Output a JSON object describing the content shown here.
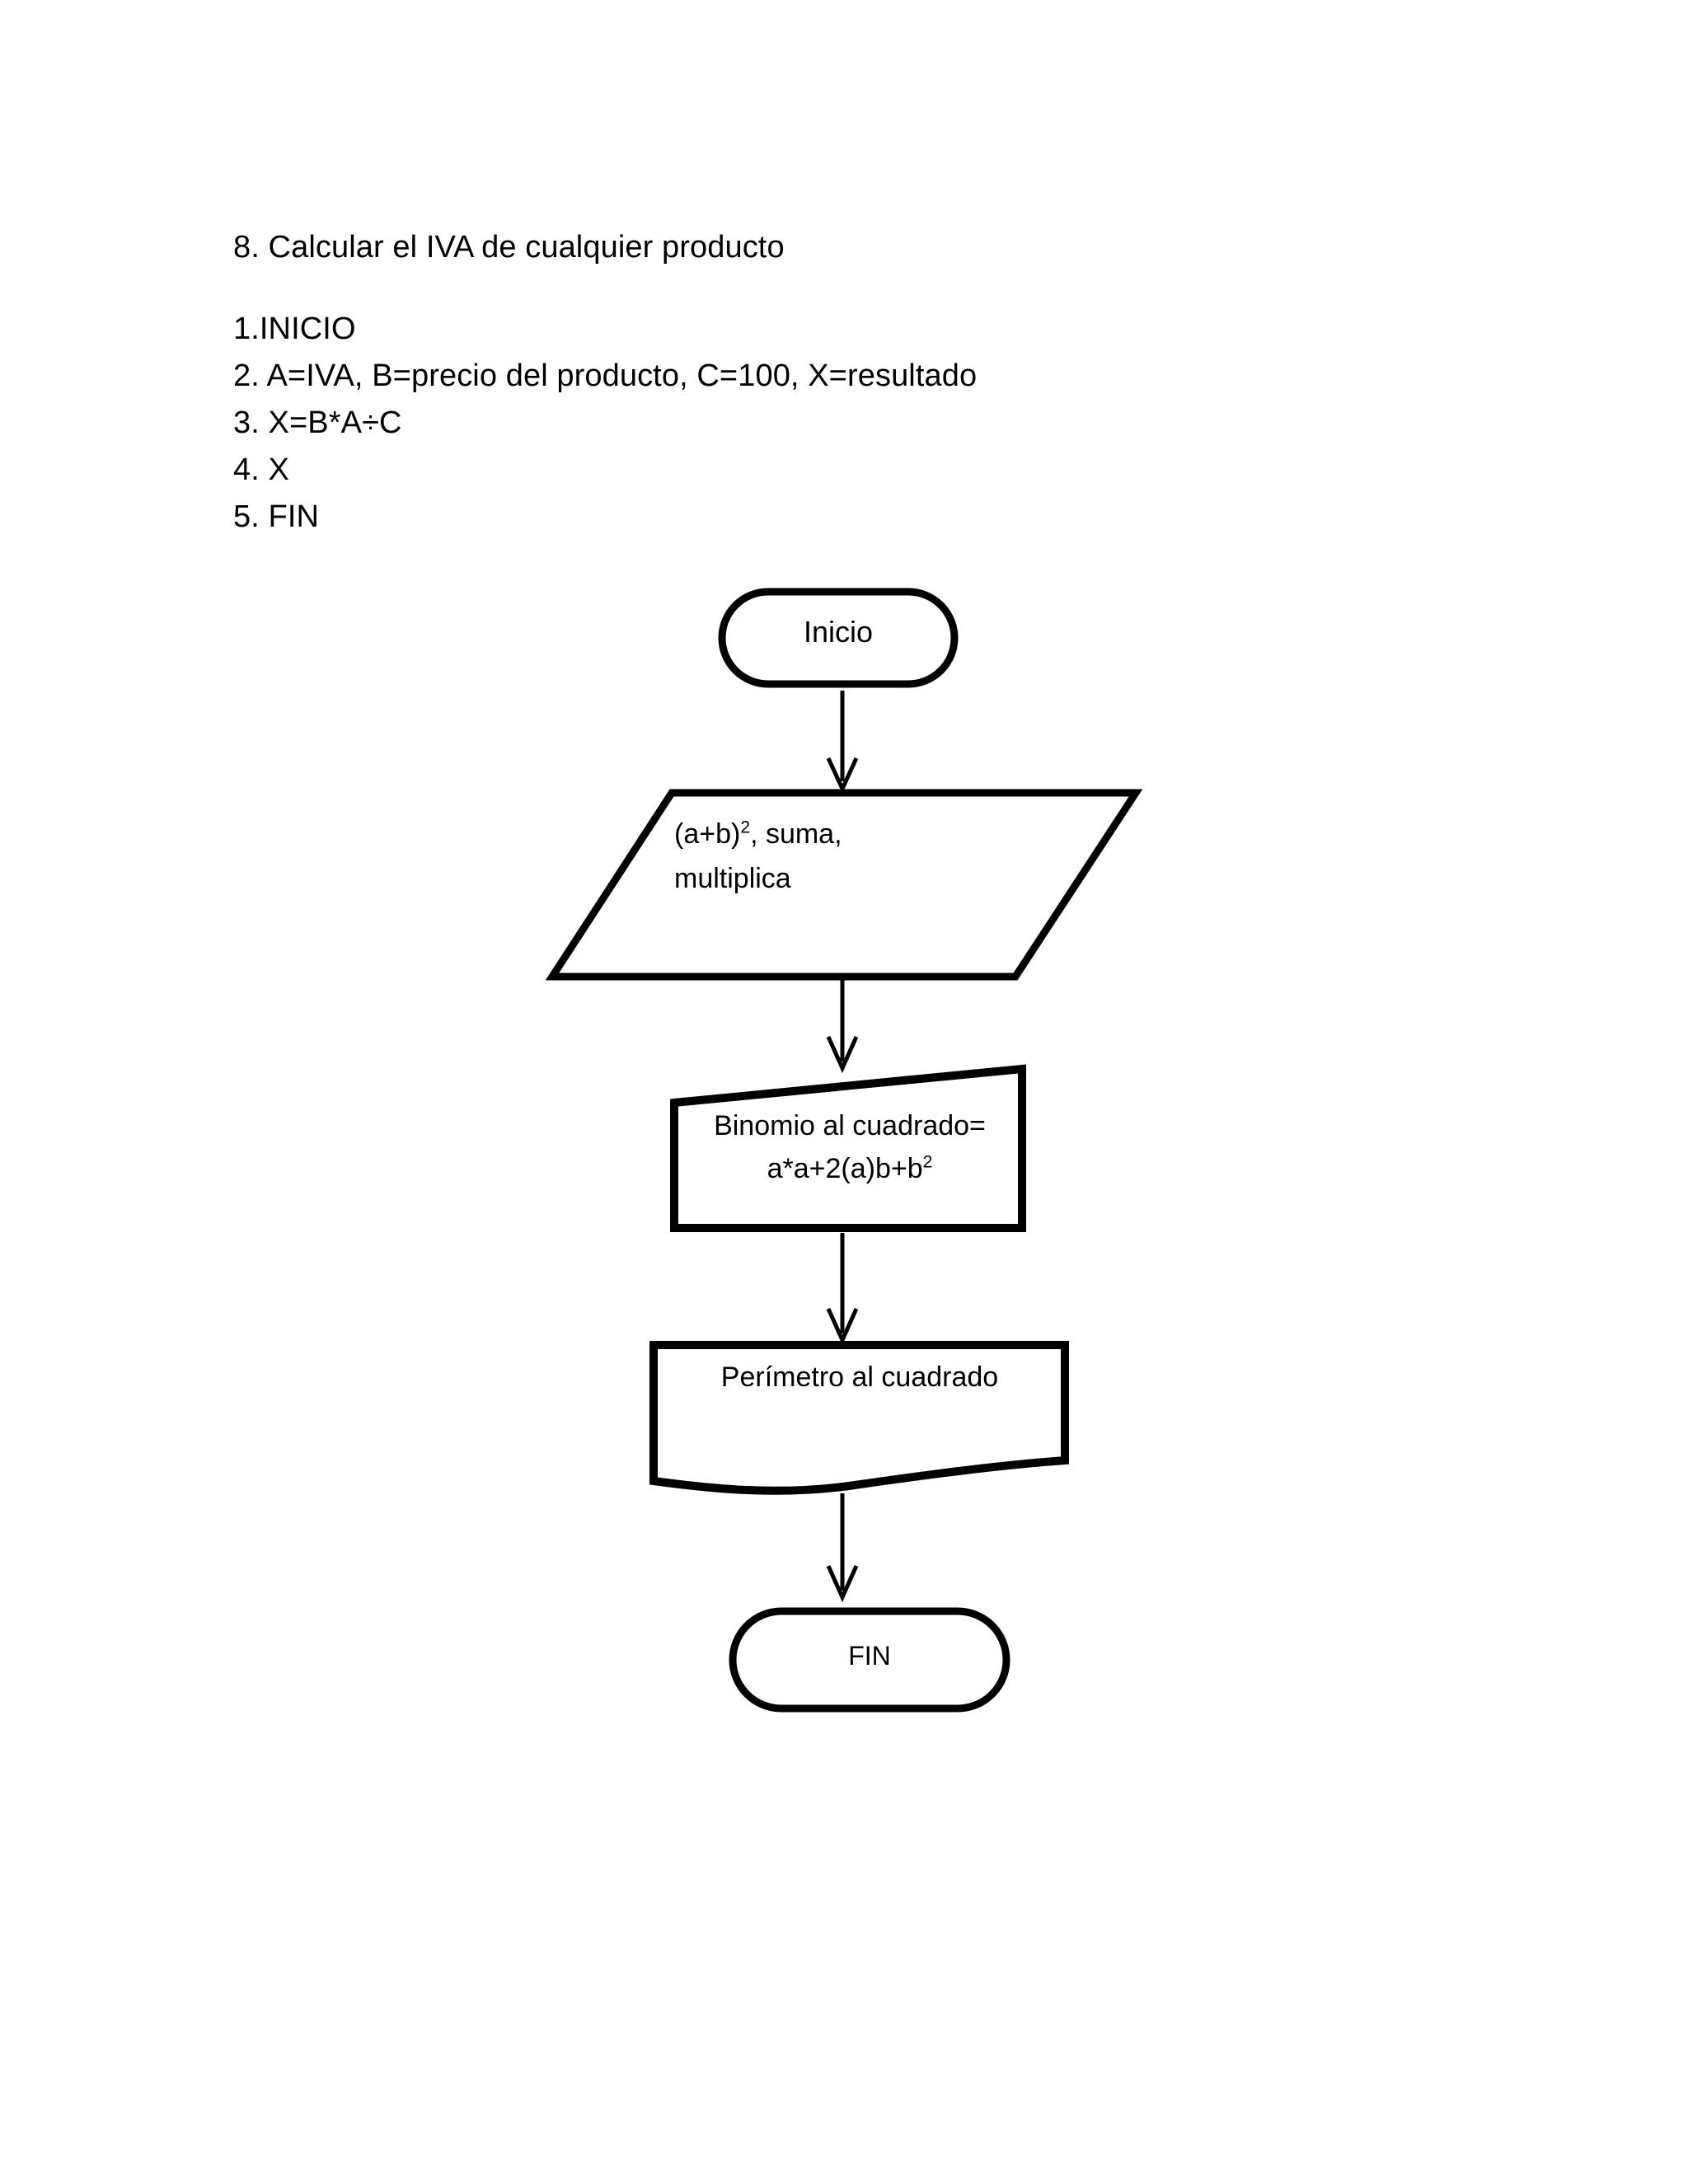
{
  "document": {
    "heading": "8. Calcular el IVA de cualquier producto",
    "steps": [
      "1.INICIO",
      "2. A=IVA, B=precio del producto, C=100, X=resultado",
      "3. X=B*A÷C",
      "4. X",
      "5. FIN"
    ]
  },
  "flowchart": {
    "stroke_color": "#000000",
    "fill_color": "#ffffff",
    "nodes": [
      {
        "id": "start",
        "shape": "terminator",
        "label": "Inicio"
      },
      {
        "id": "input",
        "shape": "parallelogram",
        "label_line1_pre": "(a+b)",
        "label_line1_sup": "2",
        "label_line1_post": ", suma,",
        "label_line2": "multiplica"
      },
      {
        "id": "process",
        "shape": "manual-operation-tilted-box",
        "label_line1": "Binomio al cuadrado=",
        "label_line2_pre": "a*a+2(a)b+b",
        "label_line2_sup": "2"
      },
      {
        "id": "output",
        "shape": "document-wavy-bottom",
        "label": "Perímetro al cuadrado"
      },
      {
        "id": "end",
        "shape": "terminator",
        "label": "FIN"
      }
    ],
    "connectors": [
      {
        "from": "start",
        "to": "input",
        "arrow": "down"
      },
      {
        "from": "input",
        "to": "process",
        "arrow": "down"
      },
      {
        "from": "process",
        "to": "output",
        "arrow": "down"
      },
      {
        "from": "output",
        "to": "end",
        "arrow": "down"
      }
    ]
  }
}
